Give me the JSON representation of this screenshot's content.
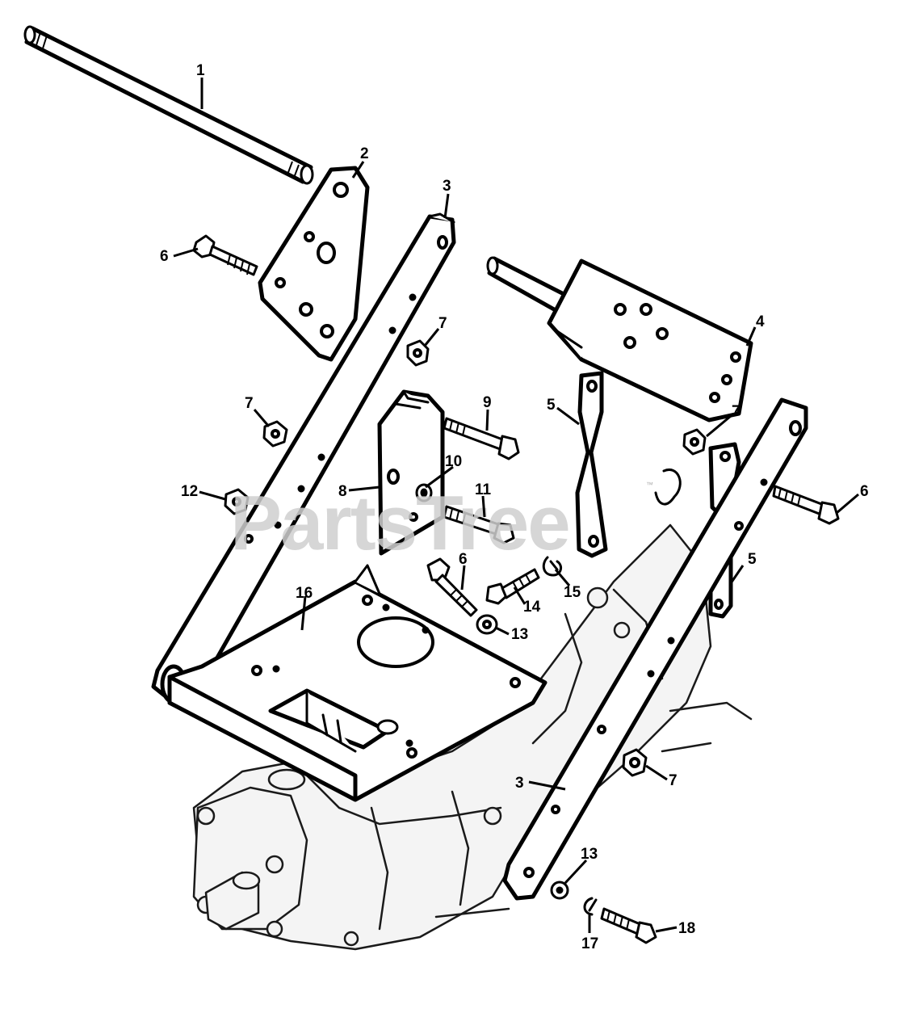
{
  "watermark": {
    "text": "PartsTree",
    "trademark": "™"
  },
  "callouts": {
    "c1": "1",
    "c2": "2",
    "c3_top": "3",
    "c3_bottom": "3",
    "c4": "4",
    "c5_left": "5",
    "c5_right": "5",
    "c6_top_left": "6",
    "c6_right": "6",
    "c6_center": "6",
    "c7_center": "7",
    "c7_left": "7",
    "c7_right": "7",
    "c7_bottom": "7",
    "c8": "8",
    "c9": "9",
    "c10": "10",
    "c11": "11",
    "c12": "12",
    "c13_center": "13",
    "c13_bottom": "13",
    "c14": "14",
    "c15": "15",
    "c16": "16",
    "c17": "17",
    "c18": "18"
  },
  "colors": {
    "line": "#000000",
    "background": "#ffffff",
    "watermark": "#cfcfcf"
  }
}
